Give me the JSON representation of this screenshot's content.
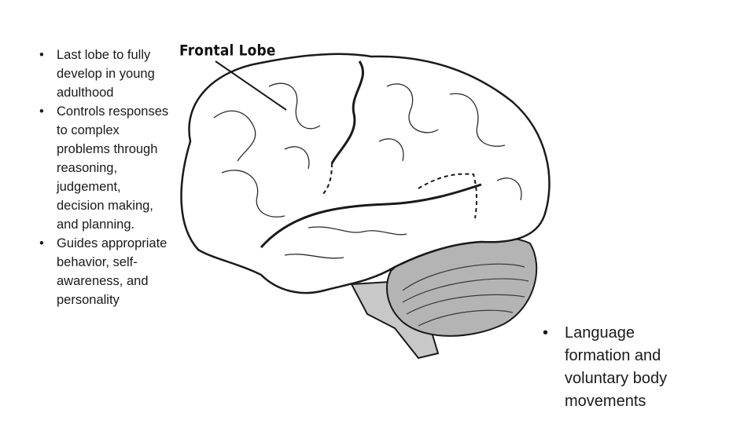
{
  "frontal_lobe_points": [
    "Last lobe to fully develop in young adulthood",
    "Controls responses to complex problems through reasoning, judgement, decision making, and planning.",
    "Guides appropriate behavior, self-awareness, and personality"
  ],
  "bullet_char": "•",
  "diagram": {
    "caption": "Frontal Lobe",
    "colors": {
      "outline": "#1a1a1a",
      "brain_fill": "#ffffff",
      "cerebellum_fill": "#b4b4b4",
      "stem_fill": "#c8c8c8"
    }
  },
  "right_point": "Language formation and voluntary body movements"
}
